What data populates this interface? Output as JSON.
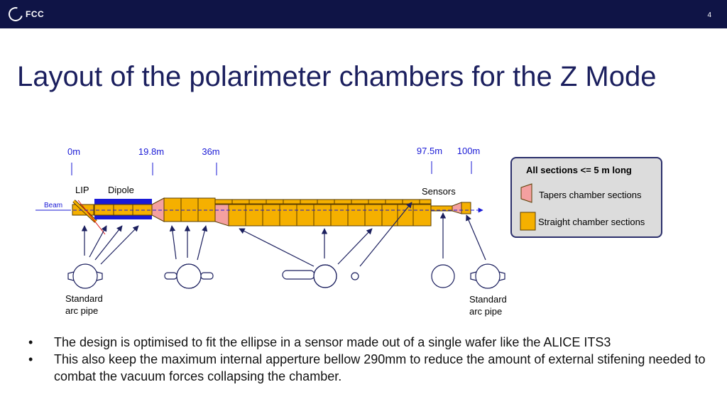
{
  "header": {
    "logo_text": "FCC",
    "page_number": "4"
  },
  "title": "Layout of the polarimeter chambers for the Z Mode",
  "diagram": {
    "distance_markers": [
      "0m",
      "19.8m",
      "36m",
      "97.5m",
      "100m"
    ],
    "labels": {
      "beam": "Beam",
      "lip": "LIP",
      "dipole": "Dipole",
      "sensors": "Sensors",
      "standard_left_line1": "Standard",
      "standard_left_line2": "arc pipe",
      "standard_right_line1": "Standard",
      "standard_right_line2": "arc pipe"
    },
    "colors": {
      "straight": "#f5b000",
      "taper": "#f4a0a0",
      "dipole": "#1a1ad6",
      "marker_text": "#1a1ad6"
    }
  },
  "legend": {
    "title": "All sections <= 5 m long",
    "taper_label": "Tapers chamber sections",
    "straight_label": "Straight chamber sections"
  },
  "bullets": [
    "The design is optimised to fit the ellipse in a sensor made out of a single wafer like the ALICE ITS3",
    "This also keep the maximum internal apperture bellow 290mm to reduce the amount of external stifening needed to combat the vacuum forces collapsing the chamber."
  ]
}
